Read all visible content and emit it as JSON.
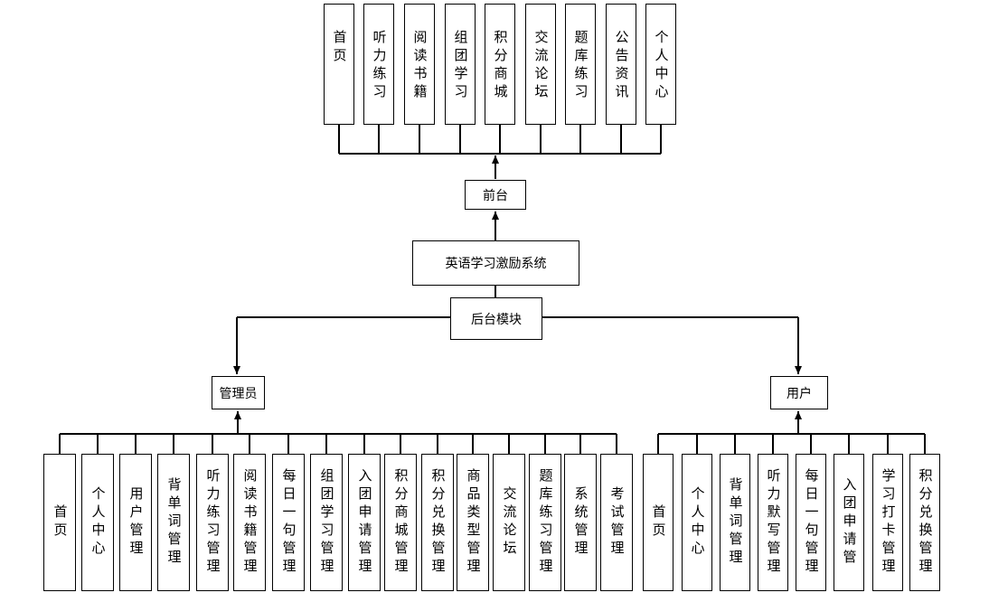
{
  "center": {
    "label": "英语学习激励系统"
  },
  "front": {
    "label": "前台",
    "modules": [
      "首页",
      "听力练习",
      "阅读书籍",
      "组团学习",
      "积分商城",
      "交流论坛",
      "题库练习",
      "公告资讯",
      "个人中心"
    ]
  },
  "backend": {
    "label": "后台模块"
  },
  "admin": {
    "label": "管理员",
    "modules": [
      "首页",
      "个人中心",
      "用户管理",
      "背单词管理",
      "听力练习管理",
      "阅读书籍管理",
      "每日一句管理",
      "组团学习管理",
      "入团申请管理",
      "积分商城管理",
      "积分兑换管理",
      "商品类型管理",
      "交流论坛",
      "题库练习管理",
      "系统管理",
      "考试管理"
    ]
  },
  "user": {
    "label": "用户",
    "modules": [
      "首页",
      "个人中心",
      "背单词管理",
      "听力默写管理",
      "每日一句管理",
      "入团申请管",
      "学习打卡管理",
      "积分兑换管理"
    ]
  }
}
